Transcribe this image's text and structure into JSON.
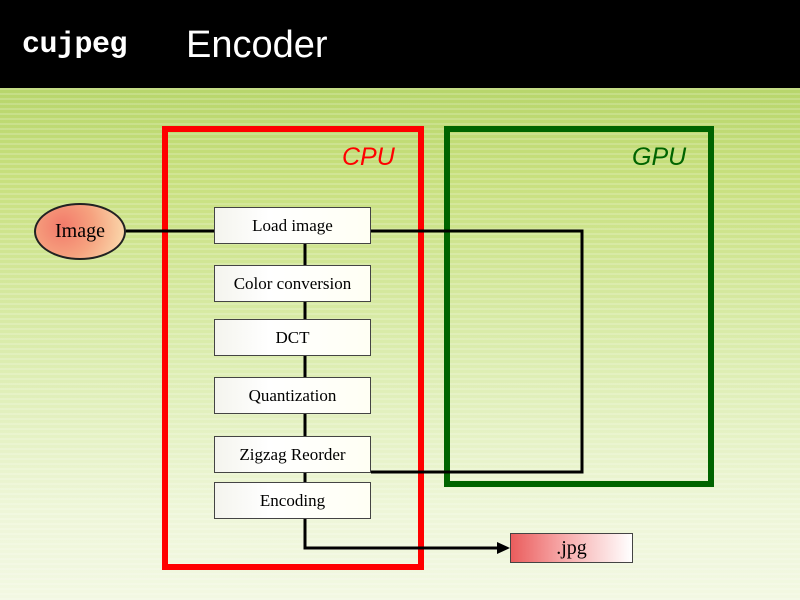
{
  "title": {
    "mono": "cujpeg",
    "rest": "Encoder"
  },
  "regions": {
    "cpu": "CPU",
    "gpu": "GPU"
  },
  "input_node": "Image",
  "steps": [
    "Load image",
    "Color conversion",
    "DCT",
    "Quantization",
    "Zigzag Reorder",
    "Encoding"
  ],
  "output_node": ".jpg",
  "colors": {
    "cpu_border": "#ff0000",
    "gpu_border": "#006400",
    "title_background": "#000000",
    "connector": "#000000"
  }
}
